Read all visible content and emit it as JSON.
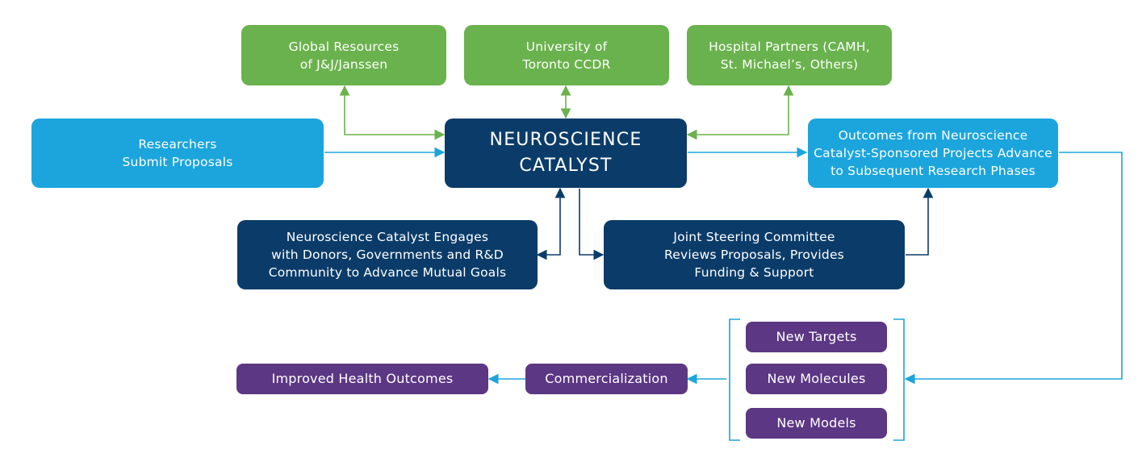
{
  "partners": {
    "global": [
      "Global Resources",
      "of J&J/Janssen"
    ],
    "uoft": [
      "University of",
      "Toronto CCDR"
    ],
    "hospitals": [
      "Hospital Partners (CAMH,",
      "St. Michael’s, Others)"
    ]
  },
  "researchers": [
    "Researchers",
    "Submit Proposals"
  ],
  "catalyst": [
    "NEUROSCIENCE",
    "CATALYST"
  ],
  "outcomes": [
    "Outcomes from Neuroscience",
    "Catalyst-Sponsored Projects Advance",
    "to Subsequent Research Phases"
  ],
  "engages": [
    "Neuroscience Catalyst Engages",
    "with Donors, Governments and R&D",
    "Community to Advance Mutual Goals"
  ],
  "committee": [
    "Joint Steering Committee",
    "Reviews Proposals, Provides",
    "Funding & Support"
  ],
  "products": {
    "targets": "New Targets",
    "molecules": "New Molecules",
    "models": "New Models"
  },
  "commercialization": "Commercialization",
  "health": "Improved Health Outcomes",
  "colors": {
    "green": "#6ab24d",
    "blue": "#1ba5dc",
    "navy": "#0b3c69",
    "purple": "#5c3784"
  }
}
